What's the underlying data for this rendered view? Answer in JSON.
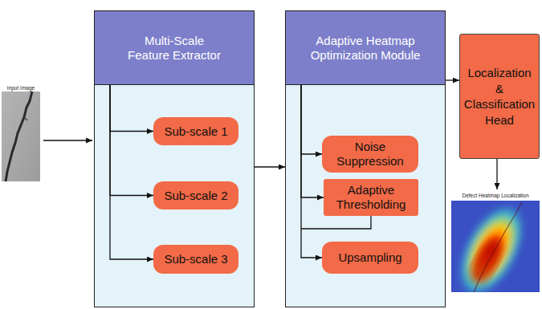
{
  "diagram": {
    "nodes": [
      {
        "text": [
          "Multi-Scale Feature Extractor"
        ]
      },
      {
        "text": [
          "Sub-scale 1"
        ],
        "in": 0
      },
      {
        "text": [
          "Sub-scale 2"
        ],
        "in": 0
      },
      {
        "text": [
          "Sub-scale 3"
        ],
        "in": 0
      },
      {
        "text": [
          "Adaptive Heatmap Optimization Module"
        ]
      },
      {
        "text": [
          "Noise Suppression"
        ],
        "in": 4
      },
      {
        "text": [
          "Adaptive Thresholding"
        ],
        "in": 4
      },
      {
        "text": [
          "Upsampling"
        ],
        "in": 4
      },
      {
        "text": [
          "Localization & Classification Head"
        ]
      }
    ],
    "edges": [
      {
        "from": 0,
        "to": 1,
        "arrow": "to"
      },
      {
        "from": 0,
        "to": 2,
        "arrow": "to"
      },
      {
        "from": 0,
        "to": 3,
        "arrow": "to"
      },
      {
        "from": 4,
        "to": 5,
        "arrow": "to"
      },
      {
        "from": 4,
        "to": 6,
        "arrow": "to"
      },
      {
        "from": 4,
        "to": 7,
        "arrow": "to"
      },
      {
        "from": 0,
        "to": 4,
        "arrow": "to"
      },
      {
        "from": 4,
        "to": 8,
        "arrow": "to"
      }
    ],
    "labels": [
      "Input Image",
      "Defect Heatmap Localization"
    ]
  }
}
